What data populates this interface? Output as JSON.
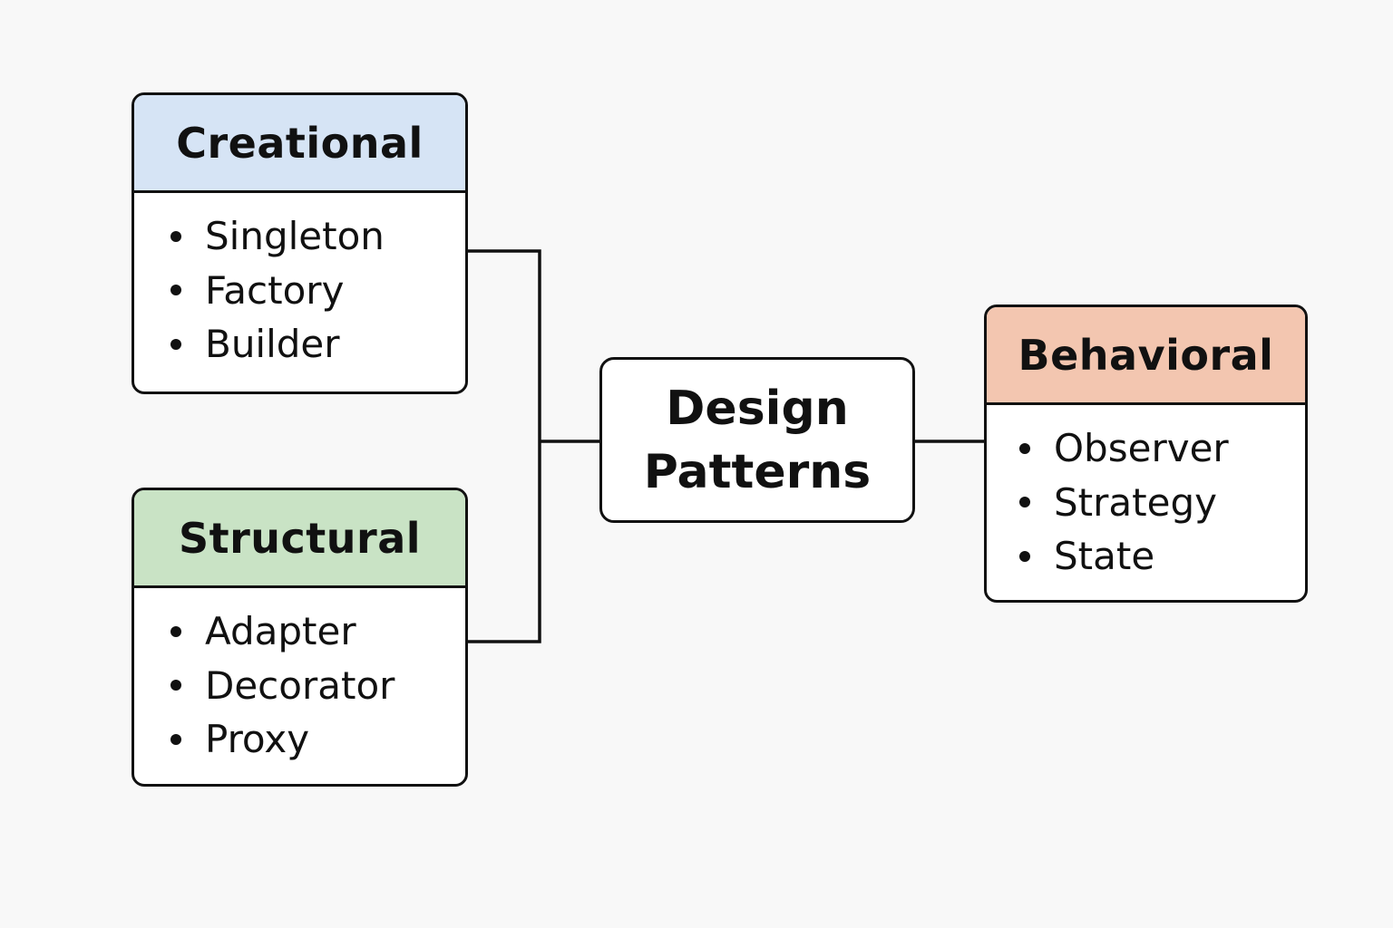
{
  "colors": {
    "creational_header": "#d6e4f5",
    "structural_header": "#c9e3c5",
    "behavioral_header": "#f3c6b0",
    "border": "#111111",
    "background": "#f8f8f8"
  },
  "center": {
    "title": "Design Patterns"
  },
  "categories": {
    "creational": {
      "title": "Creational",
      "items": [
        "Singleton",
        "Factory",
        "Builder"
      ]
    },
    "structural": {
      "title": "Structural",
      "items": [
        "Adapter",
        "Decorator",
        "Proxy"
      ]
    },
    "behavioral": {
      "title": "Behavioral",
      "items": [
        "Observer",
        "Strategy",
        "State"
      ]
    }
  }
}
